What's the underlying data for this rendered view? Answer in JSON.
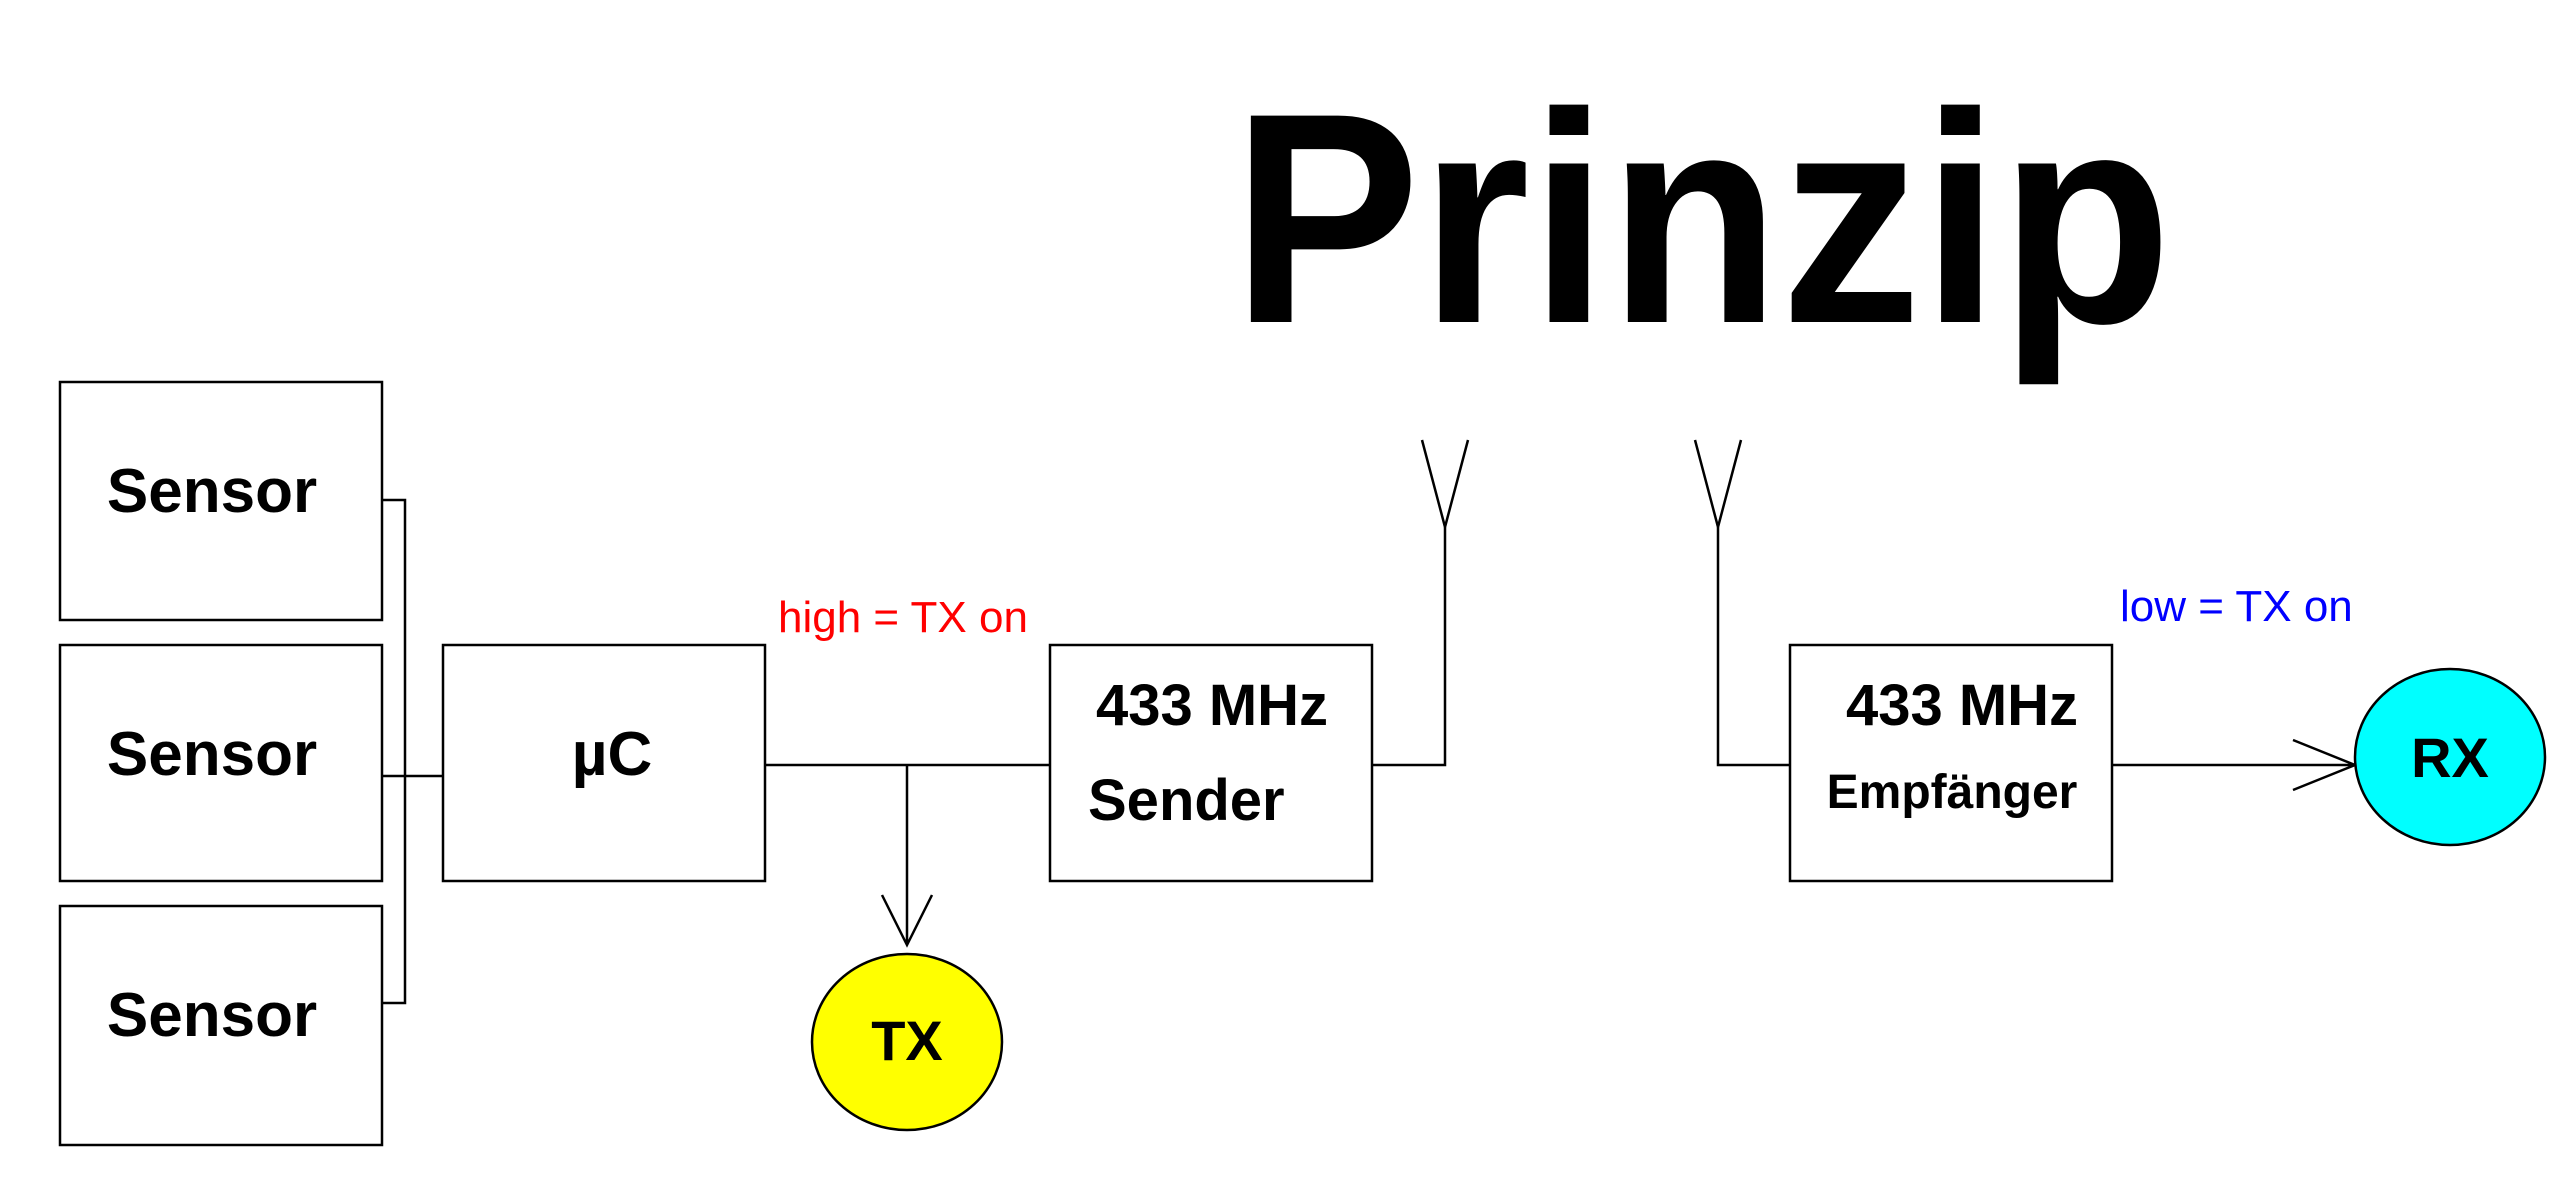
{
  "title": "Prinzip",
  "sensors": [
    "Sensor",
    "Sensor",
    "Sensor"
  ],
  "mcu": {
    "label": "µC"
  },
  "sender": {
    "line1": "433 MHz",
    "line2": "Sender"
  },
  "receiver": {
    "line1": "433 MHz",
    "line2": "Empfänger"
  },
  "tx_note": {
    "text": "high = TX on",
    "color": "#ff0000"
  },
  "rx_note": {
    "text": "low = TX on",
    "color": "#0000ff"
  },
  "tx_led": {
    "label": "TX",
    "color": "#ffff00"
  },
  "rx_led": {
    "label": "RX",
    "color": "#00ffff"
  }
}
